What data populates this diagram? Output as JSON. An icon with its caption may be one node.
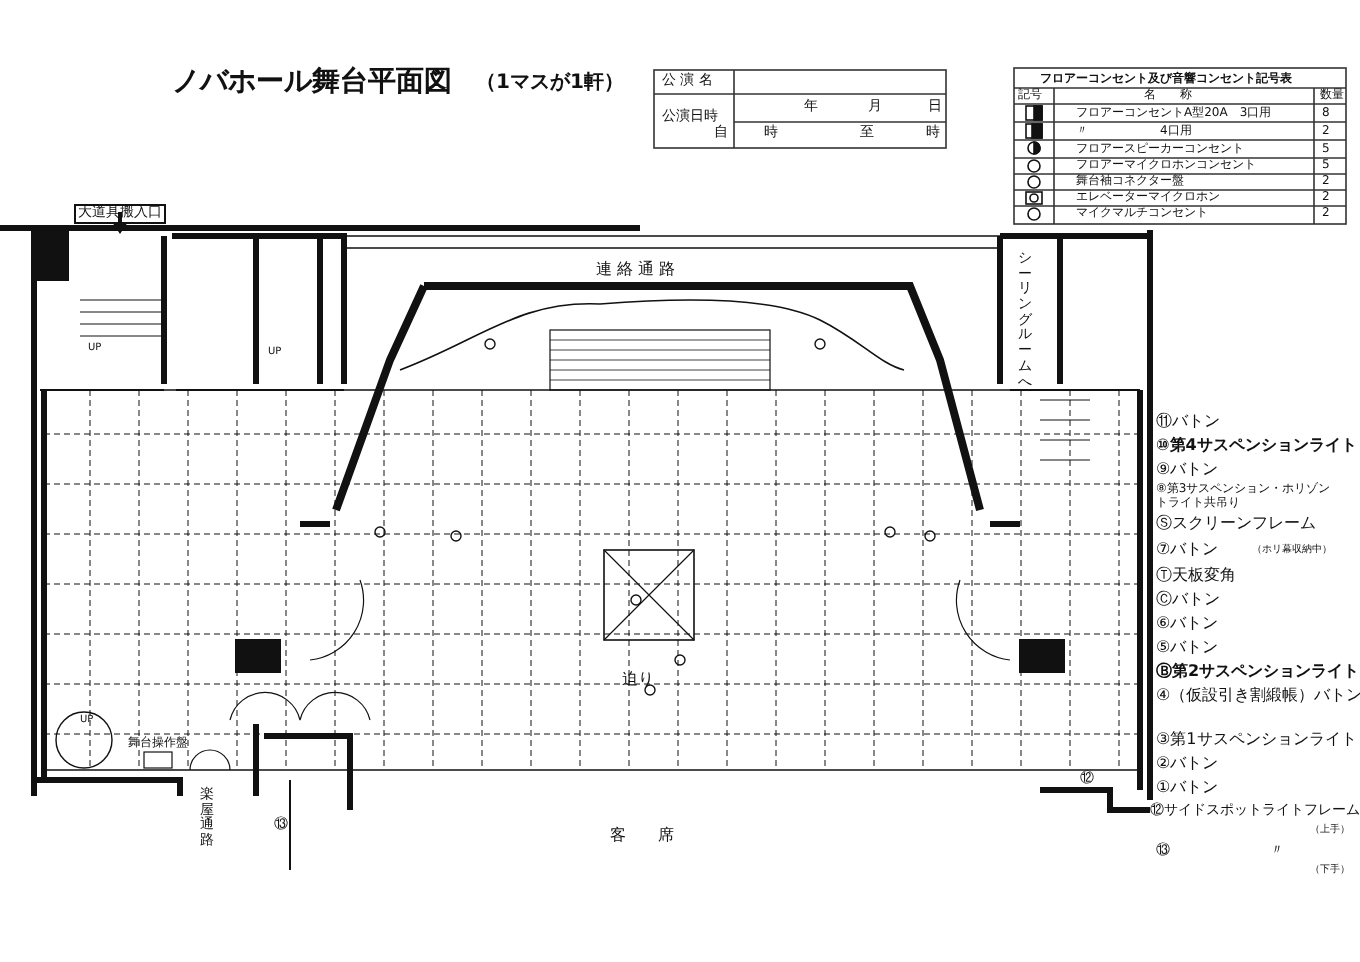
{
  "diagram": {
    "title": "ノバホール舞台平面図",
    "labels": [
      "（1マスが1軒）",
      "公 演 名",
      "公演日時",
      "年",
      "月",
      "日",
      "自",
      "時",
      "至",
      "時",
      "フロアーコンセント及び音響コンセント記号表",
      "記号",
      "名　　称",
      "数量",
      "フロアーコンセントA型20A　3口用",
      "8",
      "〃　　　　　　4口用",
      "2",
      "フロアースピーカーコンセント",
      "5",
      "フロアーマイクロホンコンセント",
      "5",
      "舞台袖コネクター盤",
      "2",
      "エレベーターマイクロホン",
      "2",
      "マイクマルチコンセント",
      "2",
      "大道具搬入口",
      "連 絡 通 路",
      "シーリングルームへ",
      "UP",
      "UP",
      "迫り",
      "UP",
      "舞台操作盤",
      "楽屋通路",
      "客　　席",
      "⑬",
      "⑫",
      "⑪バトン",
      "⑩第4サスペンションライト",
      "⑨バトン",
      "⑧第3サスペンション・ホリゾントライト共吊り",
      "Ⓢスクリーンフレーム",
      "⑦バトン",
      "（ホリ幕収納中）",
      "Ⓣ天板変角",
      "Ⓒバトン",
      "⑥バトン",
      "⑤バトン",
      "Ⓑ第2サスペンションライト",
      "④（仮設引き割緞帳）バトン",
      "③第1サスペンションライト",
      "②バトン",
      "①バトン",
      "⑫サイドスポットライトフレーム",
      "（上手）",
      "⑬",
      "〃",
      "（下手）"
    ]
  }
}
